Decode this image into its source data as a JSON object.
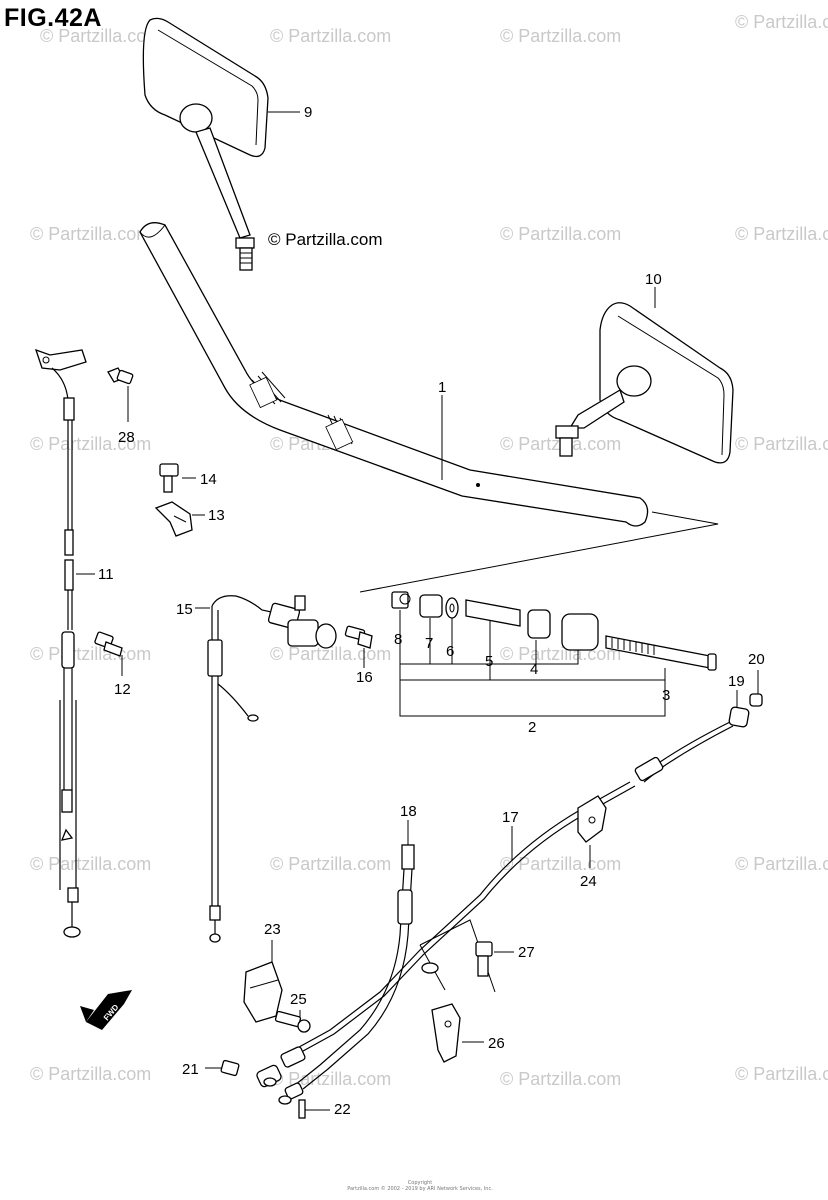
{
  "figure_title": "FIG.42A",
  "watermark_text": "© Partzilla.com",
  "watermark_main": "© Partzilla.com",
  "footer_credit": "Copyright\nPartzilla.com © 2002 - 2019 by ARI Network Services, Inc.",
  "callouts": {
    "c1": "1",
    "c2": "2",
    "c3": "3",
    "c4": "4",
    "c5": "5",
    "c6": "6",
    "c7": "7",
    "c8": "8",
    "c9": "9",
    "c10": "10",
    "c11": "11",
    "c12": "12",
    "c13": "13",
    "c14": "14",
    "c15": "15",
    "c16": "16",
    "c17": "17",
    "c18": "18",
    "c19": "19",
    "c20": "20",
    "c21": "21",
    "c22": "22",
    "c23": "23",
    "c24": "24",
    "c25": "25",
    "c26": "26",
    "c27": "27",
    "c28": "28"
  },
  "fwd_label": "FWD",
  "colors": {
    "ink": "#000000",
    "watermark": "#c9c9c9",
    "background": "#ffffff"
  }
}
